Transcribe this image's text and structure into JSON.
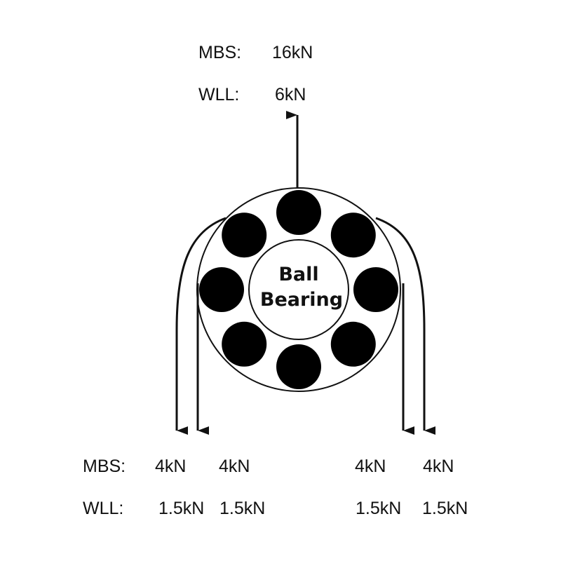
{
  "top": {
    "mbs_label": "MBS:",
    "mbs_value": "16kN",
    "wll_label": "WLL:",
    "wll_value": "6kN"
  },
  "bearing": {
    "label_line1": "Ball",
    "label_line2": "Bearing",
    "ball_count": 8
  },
  "bottom": {
    "mbs_label": "MBS:",
    "wll_label": "WLL:",
    "legs": [
      {
        "mbs": "4kN",
        "wll": "1.5kN"
      },
      {
        "mbs": "4kN",
        "wll": "1.5kN"
      },
      {
        "mbs": "4kN",
        "wll": "1.5kN"
      },
      {
        "mbs": "4kN",
        "wll": "1.5kN"
      }
    ]
  },
  "colors": {
    "stroke": "#111111",
    "ball": "#000000",
    "background": "#ffffff"
  }
}
